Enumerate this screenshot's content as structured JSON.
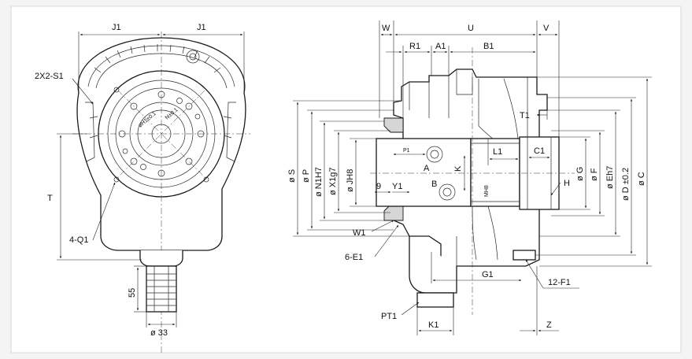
{
  "front_view": {
    "dims": {
      "j1_left": "J1",
      "j1_right": "J1",
      "holes_s1": "2X2-S1",
      "t": "T",
      "holes_q1": "4-Q1",
      "len_55": "55",
      "dia_33": "ø 33"
    },
    "face_marks": {
      "pcd": "øH1±0.1",
      "angle": "N±0.1"
    }
  },
  "side_view": {
    "dims": {
      "w": "W",
      "u": "U",
      "v": "V",
      "r1": "R1",
      "a1": "A1",
      "b1": "B1",
      "t1": "T1",
      "l1": "L1",
      "c1": "C1",
      "p1": "P1",
      "a": "A",
      "b": "B",
      "k": "K",
      "mh": "MH8",
      "h": "H",
      "g": "ø G",
      "f": "ø F",
      "eh7": "ø Eh7",
      "d": "ø D ±0.2",
      "c": "ø C",
      "s": "ø S",
      "p": "ø P",
      "n1": "ø N1H7",
      "x1": "ø X1g7",
      "jh": "ø JH8",
      "nine": "9",
      "y1": "Y1",
      "w1": "W1",
      "e1": "6-E1",
      "g1": "G1",
      "f1": "12-F1",
      "pt1": "PT1",
      "k1": "K1",
      "z": "Z"
    }
  }
}
